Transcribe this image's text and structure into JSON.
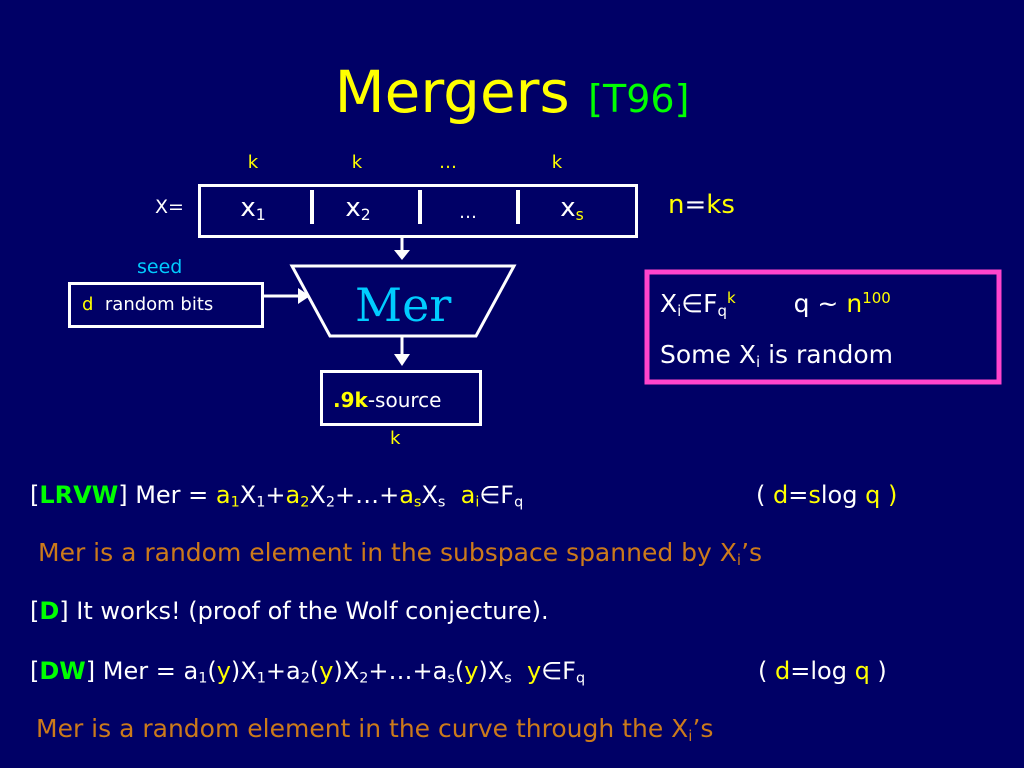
{
  "title": {
    "main": "Mergers",
    "ref": "[T96]"
  },
  "diagram": {
    "k_labels": [
      "k",
      "k",
      "…",
      "k"
    ],
    "x_label": "X=",
    "cells": {
      "x1": {
        "base": "x",
        "sub": "1"
      },
      "x2": {
        "base": "x",
        "sub": "2"
      },
      "dots": "…",
      "xs": {
        "base": "x",
        "sub": "s"
      }
    },
    "n_eq": {
      "n": "n",
      "eq": "=",
      "ks": "ks"
    },
    "seed_label": "seed",
    "seed_box": {
      "d": "d",
      "text": "random bits"
    },
    "mer_label": "Mer",
    "output_box": {
      "value": ".9k",
      "text": "-source"
    },
    "output_k": "k"
  },
  "pinkbox": {
    "line1": {
      "X": "X",
      "i": "i",
      "in": "∈F",
      "q": "q",
      "k": "k",
      "tilde": "q ~",
      "n": "n",
      "exp": "100"
    },
    "line2": {
      "text": "Some X",
      "i": "i",
      "rest": " is random"
    }
  },
  "colors": {
    "background": "#000066",
    "title": "#ffff00",
    "ref": "#00ff00",
    "seed": "#00ccff",
    "pink": "#ff44cc",
    "orange": "#cc7a1a",
    "citation": "#00ff00",
    "white": "#ffffff",
    "yellow": "#ffff00"
  }
}
